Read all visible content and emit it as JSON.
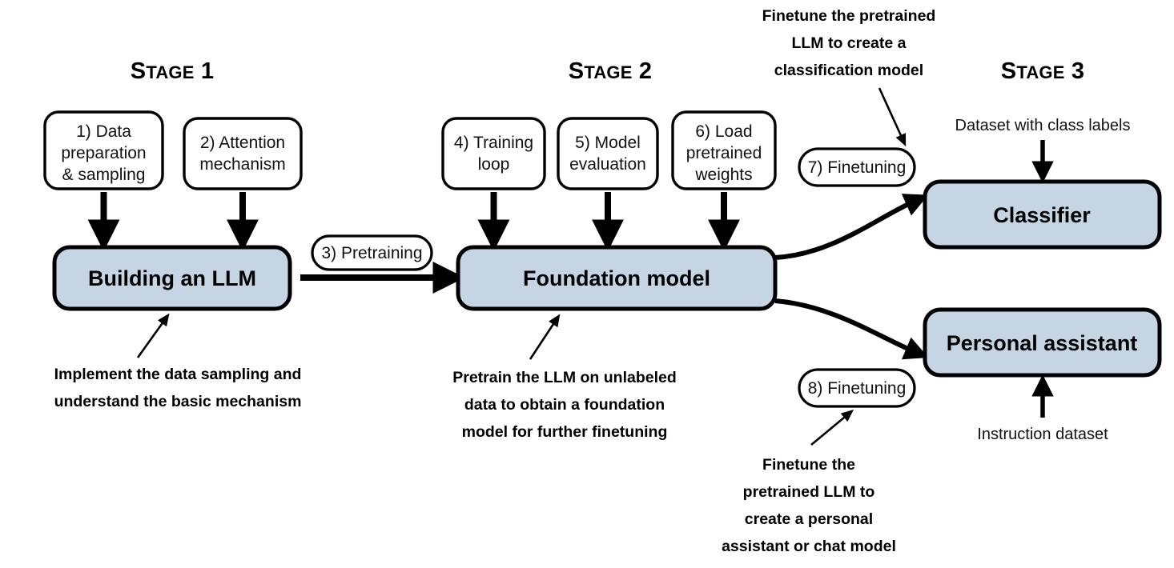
{
  "colors": {
    "model_box_fill": "#c5d5e4",
    "box_stroke": "#000000",
    "background": "#ffffff",
    "text": "#000000"
  },
  "headings": [
    {
      "lead": "S",
      "rest": "TAGE",
      "num": " 1"
    },
    {
      "lead": "S",
      "rest": "TAGE",
      "num": " 2"
    },
    {
      "lead": "S",
      "rest": "TAGE",
      "num": " 3"
    }
  ],
  "stage1": {
    "heading_full": "STAGE 1",
    "steps": [
      {
        "lines": [
          "1) Data",
          "preparation",
          "& sampling"
        ]
      },
      {
        "lines": [
          "2) Attention",
          "mechanism"
        ]
      }
    ],
    "model_box": "Building an LLM",
    "caption": [
      "Implement the data sampling and",
      "understand the basic mechanism"
    ]
  },
  "stage2": {
    "heading_full": "STAGE 2",
    "transition_pill": "3) Pretraining",
    "steps": [
      {
        "lines": [
          "4) Training",
          "loop"
        ]
      },
      {
        "lines": [
          "5) Model",
          "evaluation"
        ]
      },
      {
        "lines": [
          "6) Load",
          "pretrained",
          "weights"
        ]
      }
    ],
    "model_box": "Foundation model",
    "caption": [
      "Pretrain the LLM on unlabeled",
      "data to obtain a foundation",
      "model for further finetuning"
    ]
  },
  "stage3": {
    "heading_full": "STAGE 3",
    "classifier": {
      "pill": "7) Finetuning",
      "annotation": [
        "Finetune the pretrained",
        "LLM to create a",
        "classification model"
      ],
      "input_label": "Dataset with class labels",
      "model_box": "Classifier"
    },
    "assistant": {
      "pill": "8) Finetuning",
      "annotation": [
        "Finetune the",
        "pretrained LLM to",
        "create a personal",
        "assistant or chat model"
      ],
      "input_label": "Instruction dataset",
      "model_box": "Personal assistant"
    }
  }
}
